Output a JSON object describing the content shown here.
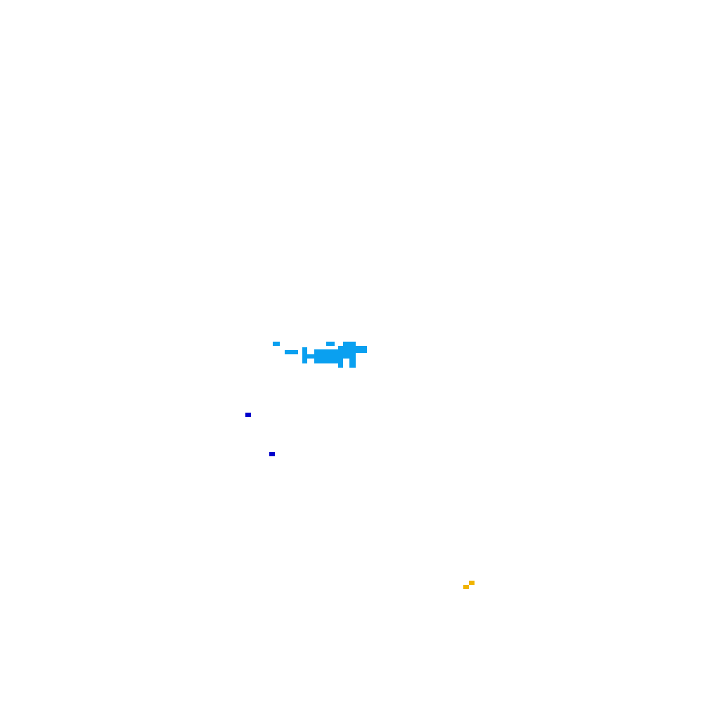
{
  "colors": {
    "background": "#ffffff",
    "cyan_cluster": "#0aa0f0",
    "blue_dot": "#0000cc",
    "yellow_mark": "#f0b400"
  },
  "groups": [
    {
      "name": "cyan-pixel-cluster",
      "color_key": "cyan_cluster"
    },
    {
      "name": "blue-dot-upper",
      "color_key": "blue_dot"
    },
    {
      "name": "blue-dot-lower",
      "color_key": "blue_dot"
    },
    {
      "name": "yellow-pixel-mark",
      "color_key": "yellow_mark"
    }
  ]
}
